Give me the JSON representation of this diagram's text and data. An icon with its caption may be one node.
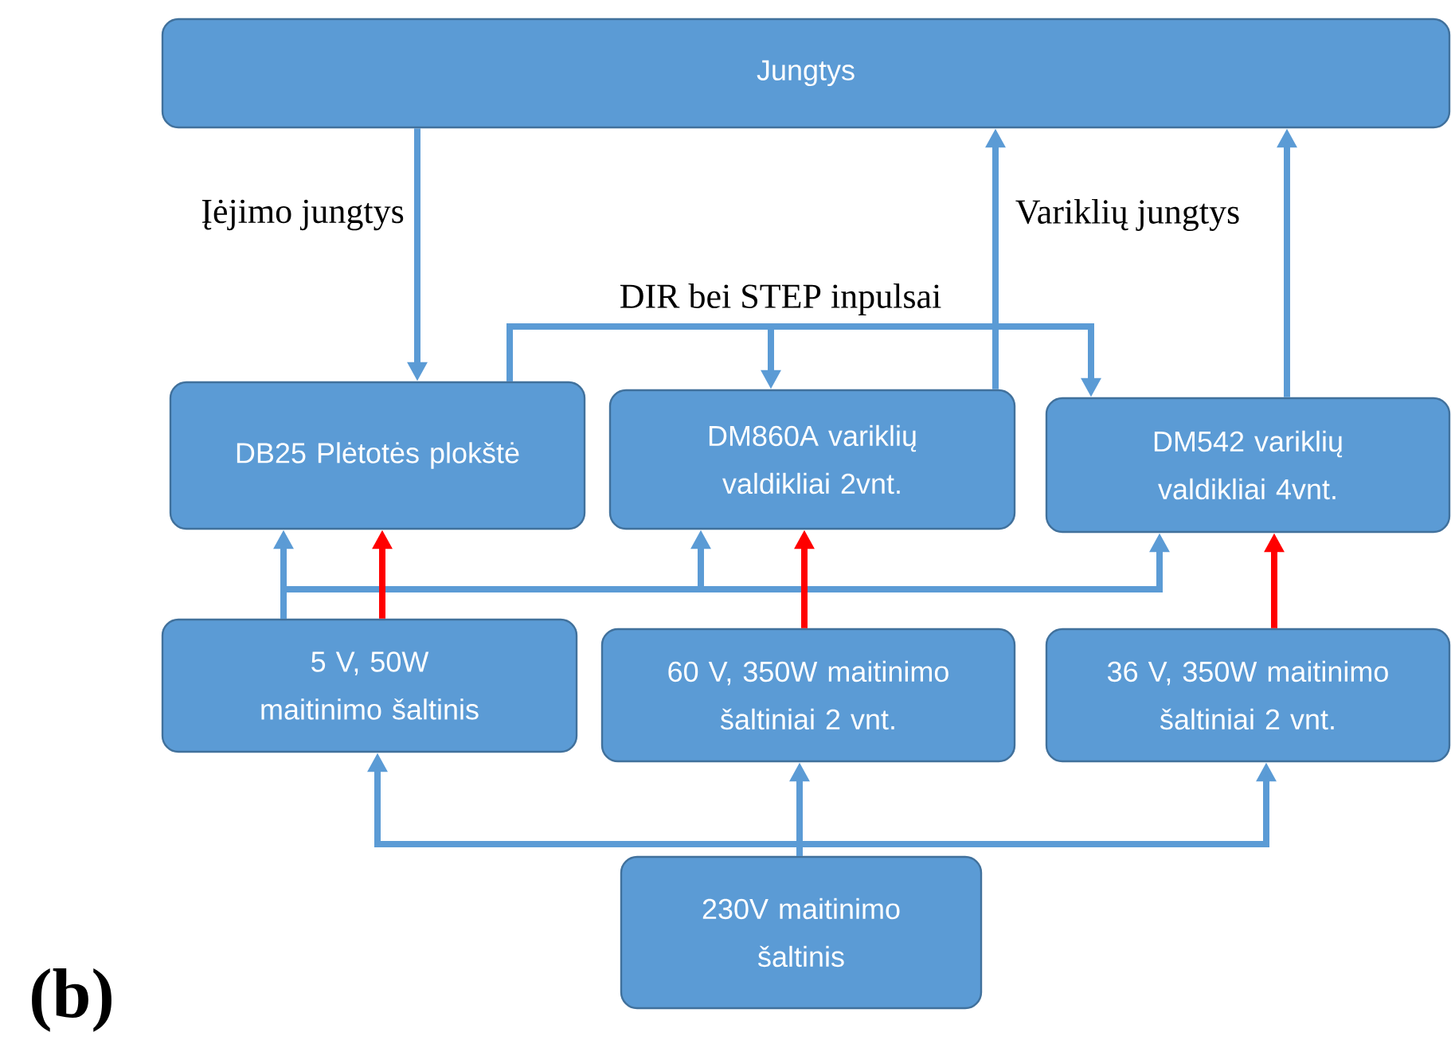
{
  "diagram": {
    "nodes": [
      {
        "text": [
          "Jungtys"
        ]
      },
      {
        "text": [
          "DB25 Plėtotės plokštė"
        ]
      },
      {
        "text": [
          "DM860A variklių valdikliai 2vnt."
        ]
      },
      {
        "text": [
          "DM542 variklių valdikliai 4vnt."
        ]
      },
      {
        "text": [
          "5 V, 50W maitinimo šaltinis"
        ]
      },
      {
        "text": [
          "60 V, 350W maitinimo šaltiniai 2 vnt."
        ]
      },
      {
        "text": [
          "36 V, 350W maitinimo šaltiniai 2 vnt."
        ]
      },
      {
        "text": [
          "230V maitinimo šaltinis"
        ]
      }
    ],
    "edges": [
      {
        "from": 0,
        "to": 1,
        "arrow": "to",
        "label": "Įėjimo jungtys"
      },
      {
        "from": 2,
        "to": 0,
        "arrow": "to",
        "label": "Variklių jungtys"
      },
      {
        "from": 3,
        "to": 0,
        "arrow": "to"
      },
      {
        "from": 1,
        "to": 2,
        "arrow": "to",
        "label": "DIR bei STEP inpulsai"
      },
      {
        "from": 1,
        "to": 3,
        "arrow": "to"
      },
      {
        "from": 4,
        "to": 1,
        "arrow": "to"
      },
      {
        "from": 4,
        "to": 2,
        "arrow": "to"
      },
      {
        "from": 4,
        "to": 3,
        "arrow": "to"
      },
      {
        "from": 4,
        "to": 1,
        "arrow": "to",
        "color": "#ff0000"
      },
      {
        "from": 5,
        "to": 2,
        "arrow": "to",
        "color": "#ff0000"
      },
      {
        "from": 6,
        "to": 3,
        "arrow": "to",
        "color": "#ff0000"
      },
      {
        "from": 7,
        "to": 4,
        "arrow": "to"
      },
      {
        "from": 7,
        "to": 5,
        "arrow": "to"
      },
      {
        "from": 7,
        "to": 6,
        "arrow": "to"
      }
    ],
    "labels": [
      "(b)"
    ]
  }
}
